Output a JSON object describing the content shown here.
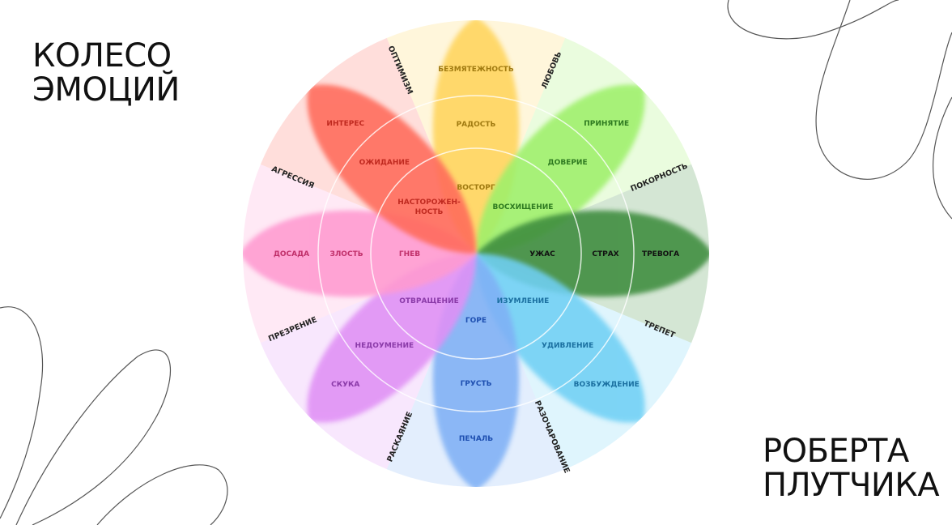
{
  "title": {
    "line1": "КОЛЕСО",
    "line2": "ЭМОЦИЙ",
    "line3": "РОБЕРТА",
    "line4": "ПЛУТЧИКА"
  },
  "petals": [
    {
      "name": "joy",
      "color": "#ffd45c",
      "text": "#a07a10",
      "labels": [
        "ВОСТОРГ",
        "РАДОСТЬ",
        "БЕЗМЯТЕЖНОСТЬ"
      ]
    },
    {
      "name": "trust",
      "color": "#9ef06a",
      "text": "#2e7a20",
      "labels": [
        "ВОСХИЩЕНИЕ",
        "ДОВЕРИЕ",
        "ПРИНЯТИЕ"
      ]
    },
    {
      "name": "fear",
      "color": "#3d8c3d",
      "text": "#111111",
      "labels": [
        "УЖАС",
        "СТРАХ",
        "ТРЕВОГА"
      ]
    },
    {
      "name": "surprise",
      "color": "#6fd0f5",
      "text": "#1a6fa0",
      "labels": [
        "ИЗУМЛЕНИЕ",
        "УДИВЛЕНИЕ",
        "ВОЗБУЖДЕНИЕ"
      ]
    },
    {
      "name": "sadness",
      "color": "#7fb0f5",
      "text": "#1e4fb0",
      "labels": [
        "ГОРЕ",
        "ГРУСТЬ",
        "ПЕЧАЛЬ"
      ]
    },
    {
      "name": "disgust",
      "color": "#e090f5",
      "text": "#8a3aa8",
      "labels": [
        "ОТВРАЩЕНИЕ",
        "НЕДОУМЕНИЕ",
        "СКУКА"
      ]
    },
    {
      "name": "anger",
      "color": "#ff9ad0",
      "text": "#c0306a",
      "labels": [
        "ГНЕВ",
        "ЗЛОСТЬ",
        "ДОСАДА"
      ]
    },
    {
      "name": "anticipation",
      "color": "#ff6a5a",
      "text": "#c02a20",
      "labels": [
        "НАСТОРОЖЕН-\nНОСТЬ",
        "ОЖИДАНИЕ",
        "ИНТЕРЕС"
      ]
    }
  ],
  "dyads": [
    "ЛЮБОВЬ",
    "ПОКОРНОСТЬ",
    "ТРЕПЕТ",
    "РАЗОЧАРОВАНИЕ",
    "РАСКАЯНИЕ",
    "ПРЕЗРЕНИЕ",
    "АГРЕССИЯ",
    "ОПТИМИЗМ"
  ]
}
